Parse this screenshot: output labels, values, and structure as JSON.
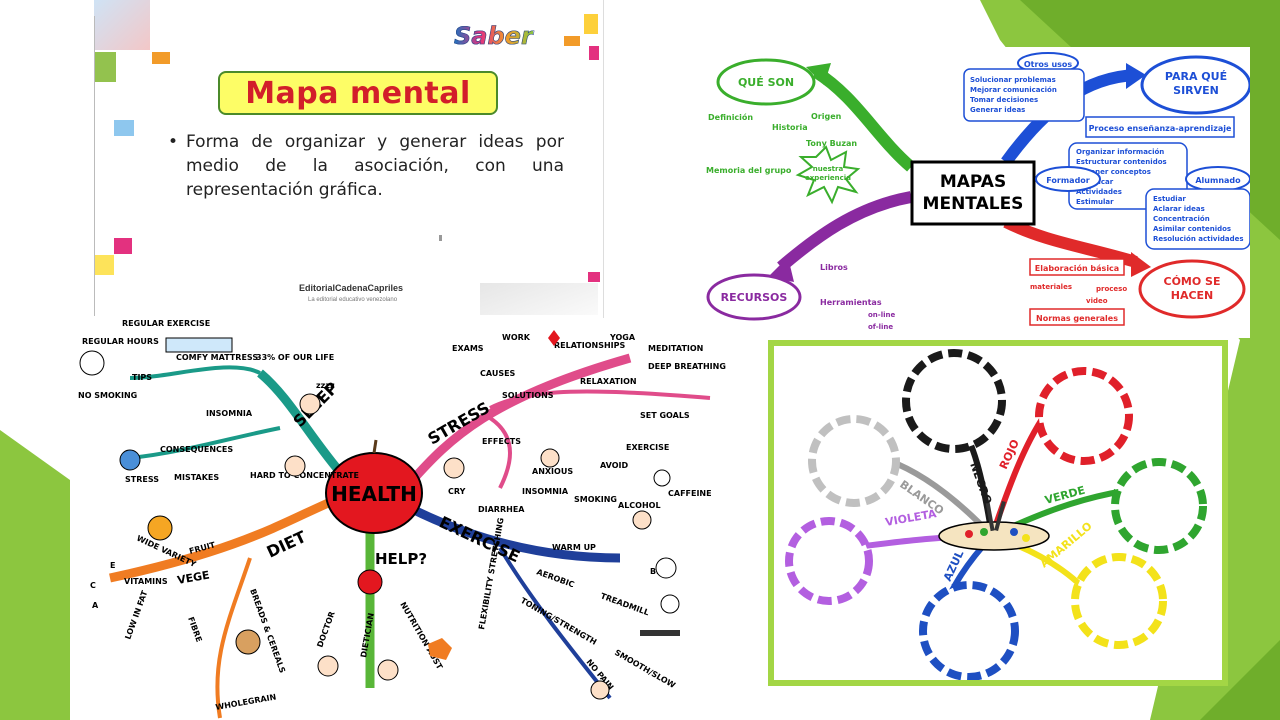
{
  "slide": {
    "brand": "Saber",
    "title": "Mapa mental",
    "body": "Forma de organizar y generar ideas por medio de la asociación, con una representación gráfica.",
    "publisher": "EditorialCadenaCapriles",
    "publisher_tagline": "La editorial educativo venezolano"
  },
  "mapas": {
    "center": [
      "MAPAS",
      "MENTALES"
    ],
    "que_son": "QUÉ SON",
    "que_son_items": [
      "Definición",
      "Historia",
      "Origen",
      "Tony Buzan",
      "Memoria del grupo"
    ],
    "burst": [
      "nuestra",
      "experiencia"
    ],
    "otros_usos": "Otros usos",
    "para_que": [
      "PARA QUÉ",
      "SIRVEN"
    ],
    "para_que_items": [
      "Solucionar problemas",
      "Mejorar comunicación",
      "Tomar decisiones",
      "Generar ideas"
    ],
    "proceso": "Proceso enseñanza-aprendizaje",
    "formador": "Formador",
    "alumnado": "Alumnado",
    "formador_items": [
      "Organizar información",
      "Estructurar contenidos",
      "Exponer conceptos",
      "Planificar",
      "Actividades",
      "Estimular"
    ],
    "alumnado_items": [
      "Estudiar",
      "Aclarar ideas",
      "Concentración",
      "Asimilar contenidos",
      "Resolución actividades"
    ],
    "recursos": "RECURSOS",
    "libros": "Libros",
    "herramientas": "Herramientas",
    "online": "on-line",
    "offline": "of-line",
    "elaboracion": "Elaboración básica",
    "materiales": "materiales",
    "proceso_small": "proceso",
    "video": "video",
    "normas": "Normas generales",
    "como_se": [
      "CÓMO SE",
      "HACEN"
    ]
  },
  "health": {
    "center": "HEALTH",
    "branches": {
      "sleep": "SLEEP",
      "stress": "STRESS",
      "diet": "DIET",
      "exercise": "EXERCISE",
      "help": "HELP?"
    },
    "labels": [
      "REGULAR EXERCISE",
      "REGULAR HOURS",
      "COMFY MATTRESS",
      "TIPS",
      "NO SMOKING",
      "33% OF OUR LIFE",
      "zzzz",
      "INSOMNIA",
      "CONSEQUENCES",
      "STRESS",
      "MISTAKES",
      "HARD TO CONCENTRATE",
      "EXAMS",
      "WORK",
      "RELATIONSHIPS",
      "CAUSES",
      "YOGA",
      "MEDITATION",
      "DEEP BREATHING",
      "RELAXATION",
      "SOLUTIONS",
      "SET GOALS",
      "EFFECTS",
      "ANXIOUS",
      "AVOID",
      "EXERCISE",
      "CRY",
      "INSOMNIA",
      "CAFFEINE",
      "DIARRHEA",
      "SMOKING",
      "ALCOHOL",
      "WIDE VARIETY",
      "FRUIT",
      "VEGE",
      "VITAMINS",
      "C",
      "E",
      "A",
      "LOW IN FAT",
      "FIBRE",
      "BREADS & CEREALS",
      "WHOLEGRAIN",
      "DOCTOR",
      "DIETICIAN",
      "NUTRITION AUST",
      "FLEXIBILITY STRETCHING",
      "WARM UP",
      "AEROBIC",
      "BIKE",
      "TREADMILL",
      "TONING/STRENGTH",
      "SMOOTH/SLOW",
      "NO PAIN"
    ]
  },
  "colors_map": {
    "branches": [
      "BLANCO",
      "NEGRO",
      "ROJO",
      "VERDE",
      "AMARILLO",
      "AZUL",
      "VIOLETA"
    ],
    "hex": {
      "blanco": "#9a9a9a",
      "negro": "#1a1a1a",
      "rojo": "#e0202a",
      "verde": "#2fa52f",
      "amarillo": "#f3e21a",
      "azul": "#1e4fc2",
      "violeta": "#b35fe0"
    }
  },
  "theme": {
    "accent_green": "#8cc63f",
    "dark_green": "#5e9e1e"
  }
}
